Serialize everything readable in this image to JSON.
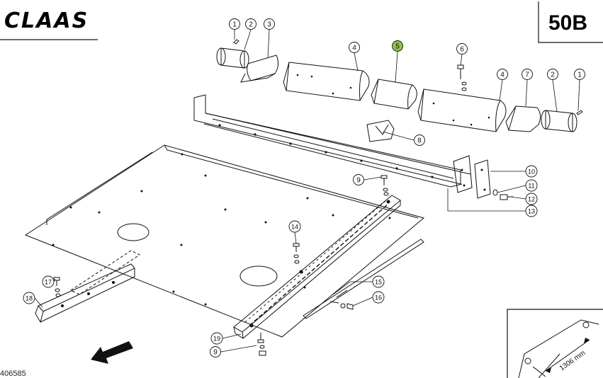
{
  "header": {
    "brand": "CLAAS",
    "page_code": "50B"
  },
  "footer": {
    "doc_number": "406585"
  },
  "highlight_color": "#8bc34a",
  "callouts": [
    {
      "id": "c-1a",
      "label": "1",
      "highlight": false
    },
    {
      "id": "c-2a",
      "label": "2",
      "highlight": false
    },
    {
      "id": "c-3",
      "label": "3",
      "highlight": false
    },
    {
      "id": "c-4a",
      "label": "4",
      "highlight": false
    },
    {
      "id": "c-5",
      "label": "5",
      "highlight": true
    },
    {
      "id": "c-6",
      "label": "6",
      "highlight": false
    },
    {
      "id": "c-4b",
      "label": "4",
      "highlight": false
    },
    {
      "id": "c-7",
      "label": "7",
      "highlight": false
    },
    {
      "id": "c-2b",
      "label": "2",
      "highlight": false
    },
    {
      "id": "c-1b",
      "label": "1",
      "highlight": false
    },
    {
      "id": "c-8",
      "label": "8",
      "highlight": false
    },
    {
      "id": "c-9a",
      "label": "9",
      "highlight": false
    },
    {
      "id": "c-10",
      "label": "10",
      "highlight": false
    },
    {
      "id": "c-11",
      "label": "11",
      "highlight": false
    },
    {
      "id": "c-12",
      "label": "12",
      "highlight": false
    },
    {
      "id": "c-13",
      "label": "13",
      "highlight": false
    },
    {
      "id": "c-14",
      "label": "14",
      "highlight": false
    },
    {
      "id": "c-15",
      "label": "15",
      "highlight": false
    },
    {
      "id": "c-16",
      "label": "16",
      "highlight": false
    },
    {
      "id": "c-17",
      "label": "17",
      "highlight": false
    },
    {
      "id": "c-18",
      "label": "18",
      "highlight": false
    },
    {
      "id": "c-19",
      "label": "19",
      "highlight": false
    },
    {
      "id": "c-9b",
      "label": "9",
      "highlight": false
    }
  ],
  "inset": {
    "dimension_label": "1306 mm"
  }
}
